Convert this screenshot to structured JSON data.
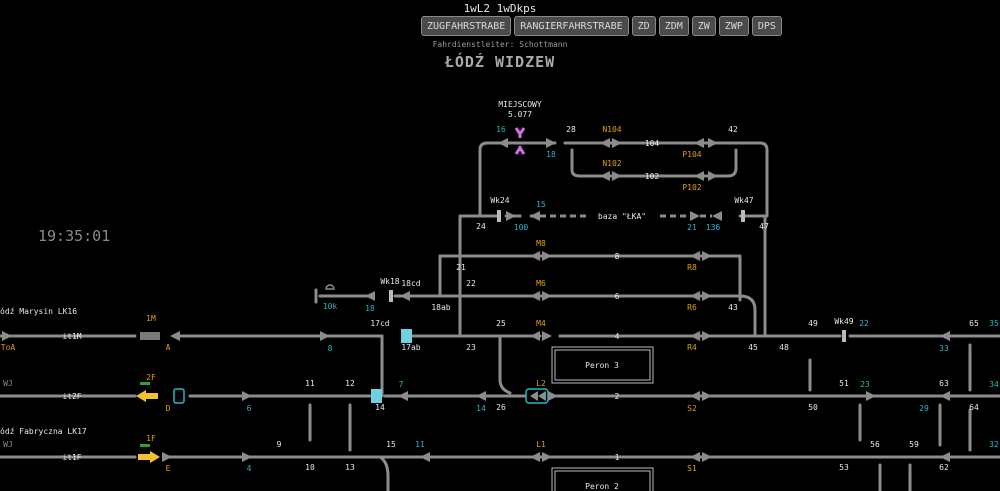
{
  "header": {
    "title": "1wL2 1wDkps",
    "buttons": [
      "ZUGFAHRSTRABE",
      "RANGIERFAHRSTRABE",
      "ZD",
      "ZDM",
      "ZW",
      "ZWP",
      "DPS"
    ],
    "dispatcher": "Fahrdienstleiter: Schottmann",
    "station": "ŁÓDŹ WIDZEW"
  },
  "clock": "19:35:01",
  "scheme": {
    "lines": {
      "marysin": "ódź Marysin LK16",
      "fabryczna": "ódź Fabryczna LK17"
    },
    "local": {
      "label": "MIEJSCOWY",
      "km": "5.077"
    },
    "baza": "baza \"ŁKA\"",
    "platforms": {
      "p3": "Peron 3",
      "p2": "Peron 2"
    },
    "tracks": {
      "t1M": "it1M",
      "t2F": "it2F",
      "t1F": "it1F",
      "t8": "8",
      "t6": "6",
      "t4": "4",
      "t2": "2",
      "t1": "1",
      "t104": "104",
      "t102": "102"
    },
    "switches": {
      "s28": "28",
      "s42": "42",
      "s24": "24",
      "s47": "47",
      "s21": "21",
      "s22": "22",
      "s43": "43",
      "s17cd": "17cd",
      "s18cd": "18cd",
      "s18ab": "18ab",
      "s25": "25",
      "s23": "23",
      "s45": "45",
      "s48": "48",
      "s49": "49",
      "s65": "65",
      "s11": "11",
      "s12": "12",
      "s51": "51",
      "s63": "63",
      "s14": "14",
      "s26": "26",
      "s50": "50",
      "s64": "64",
      "s9": "9",
      "s15": "15",
      "s56": "56",
      "s59": "59",
      "s10": "10",
      "s13": "13",
      "s53": "53",
      "s62": "62",
      "s17ab": "17ab"
    },
    "signals": {
      "N104": "N104",
      "N102": "N102",
      "P104": "P104",
      "P102": "P102",
      "M8": "M8",
      "M6": "M6",
      "M4": "M4",
      "R8": "R8",
      "R6": "R6",
      "R4": "R4",
      "L2": "L2",
      "S2": "S2",
      "L1": "L1",
      "S1": "S1",
      "A": "A",
      "D": "D",
      "E": "E",
      "ToA": "ToA",
      "1M": "1M",
      "2F": "2F",
      "1F": "1F",
      "WJ1": "WJ",
      "WJ2": "WJ",
      "Wk24": "Wk24",
      "Wk47": "Wk47",
      "Wk18": "Wk18",
      "Wk49": "Wk49"
    },
    "cyan_labels": {
      "c16": "16",
      "c18": "18",
      "c15": "15",
      "c100": "100",
      "c21": "21",
      "c136": "136",
      "c10k": "10k",
      "c18b": "18",
      "c8": "8",
      "c22": "22",
      "c35": "35",
      "c33": "33",
      "c7": "7",
      "c6": "6",
      "c14": "14",
      "c23": "23",
      "c29": "29",
      "c34": "34",
      "c4": "4",
      "c11": "11",
      "c32": "32"
    }
  }
}
